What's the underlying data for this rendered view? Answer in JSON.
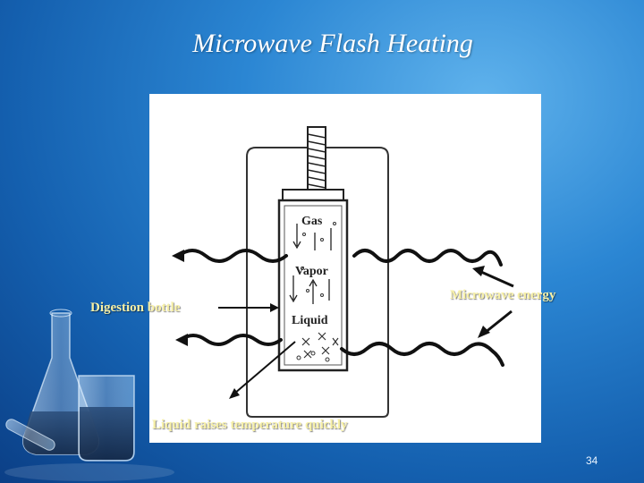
{
  "slide": {
    "title": "Microwave Flash Heating",
    "page_number": "34"
  },
  "diagram": {
    "inner_labels": {
      "gas": "Gas",
      "vapor": "Vapor",
      "liquid": "Liquid"
    },
    "callouts": {
      "digestion_bottle": "Digestion bottle",
      "microwave_energy": "Microwave energy",
      "liquid_raises": "Liquid raises temperature quickly"
    }
  },
  "colors": {
    "label_text": "#f7f0a6",
    "background": "#2b86d3"
  }
}
